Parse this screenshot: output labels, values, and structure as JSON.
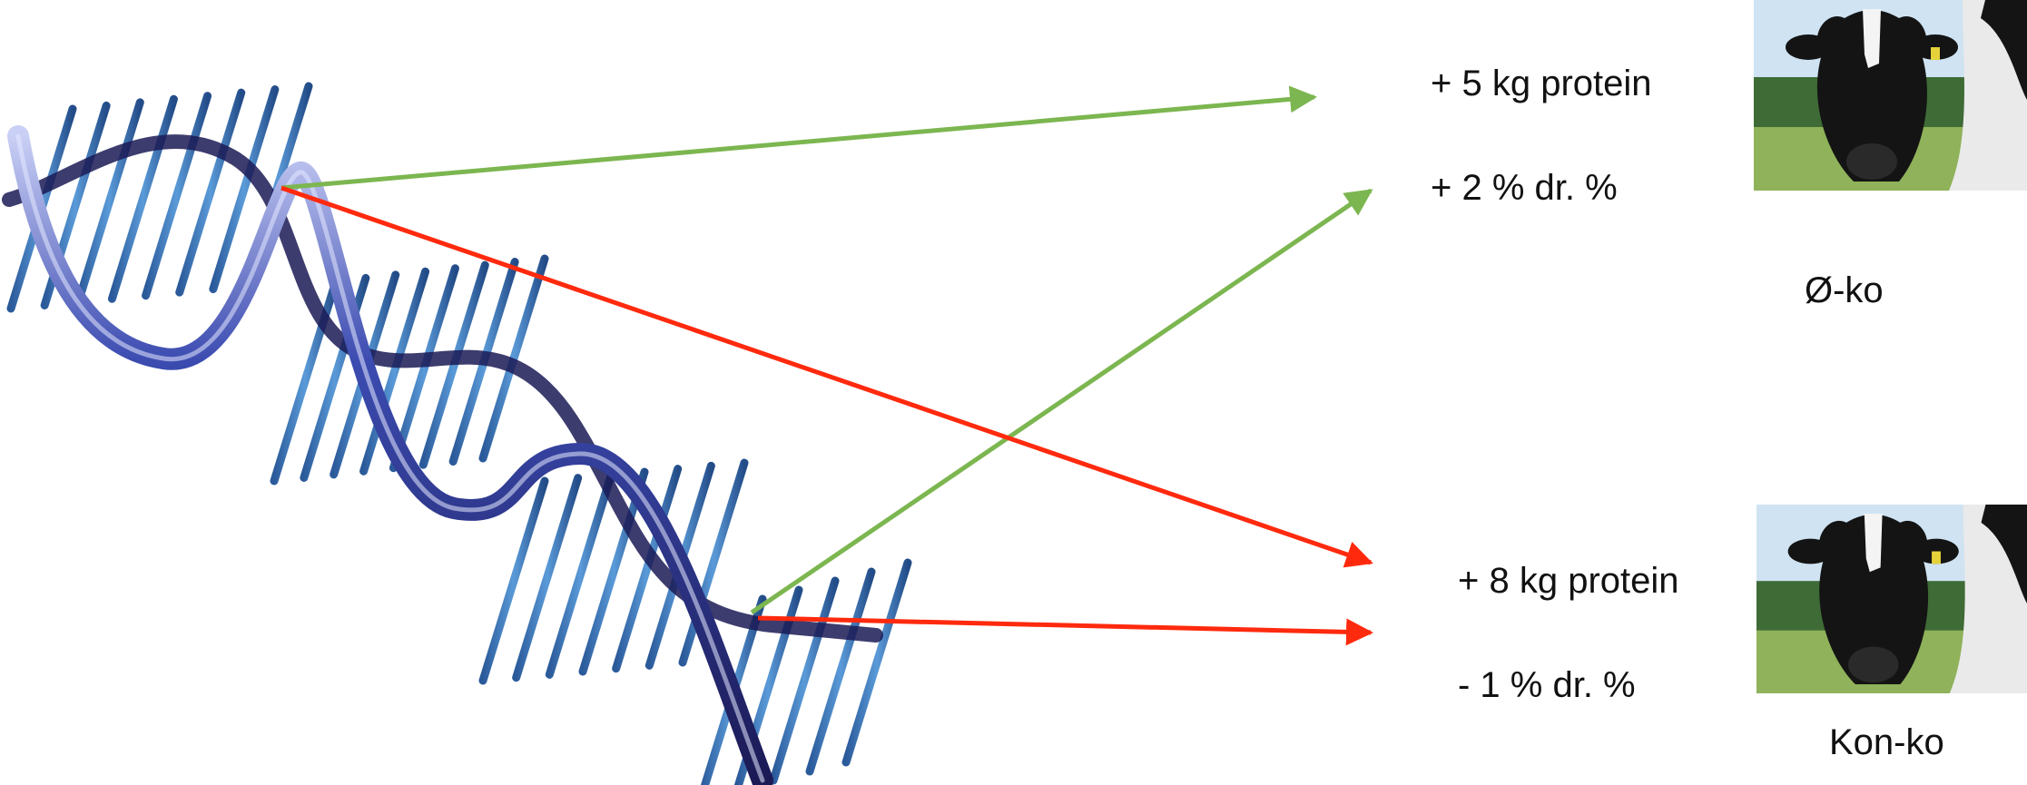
{
  "effects_top": {
    "protein": "+ 5 kg protein",
    "fat": "+ 2 % dr. %"
  },
  "effects_bottom": {
    "protein": "+ 8 kg protein",
    "fat": "- 1 % dr. %"
  },
  "cow_labels": {
    "top": "Ø-ko",
    "bottom": "Kon-ko"
  },
  "colors": {
    "positive_arrow": "#7cb650",
    "negative_arrow": "#ff2a0e",
    "helix_dark": "#1b1a55",
    "helix_mid": "#3b4bb0",
    "rung": "#3f7fc4"
  },
  "icons": {
    "dna": "dna-helix-illustration",
    "cow": "holstein-cow-photo"
  }
}
